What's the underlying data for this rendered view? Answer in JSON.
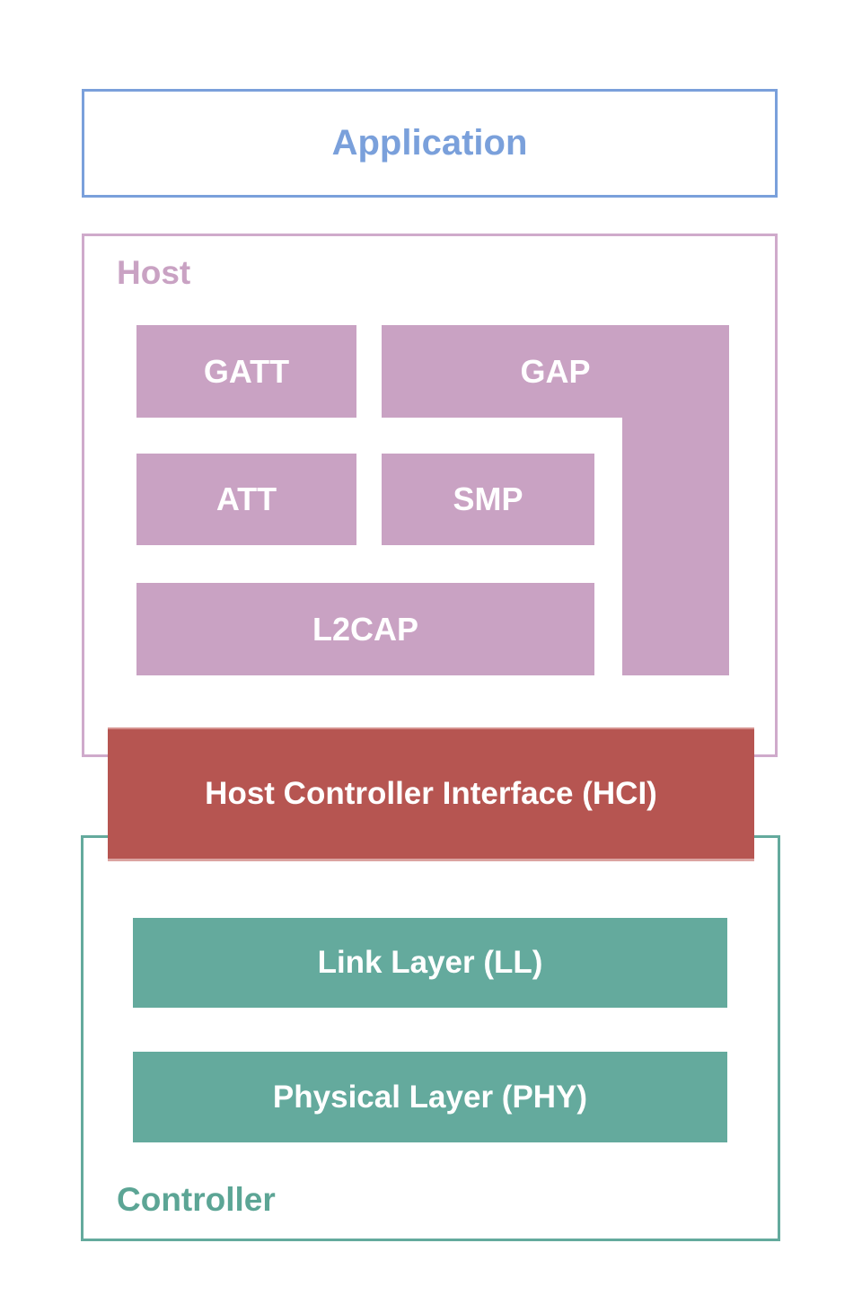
{
  "application": {
    "label": "Application"
  },
  "host": {
    "label": "Host",
    "blocks": {
      "gatt": "GATT",
      "gap": "GAP",
      "att": "ATT",
      "smp": "SMP",
      "l2cap": "L2CAP"
    }
  },
  "hci": {
    "label": "Host Controller Interface (HCI)"
  },
  "controller": {
    "label": "Controller",
    "blocks": {
      "link_layer": "Link Layer (LL)",
      "physical_layer": "Physical Layer (PHY)"
    }
  },
  "colors": {
    "application_blue": "#7aa0db",
    "host_mauve_fill": "#c9a2c3",
    "host_mauve_border": "#cfaacb",
    "hci_red": "#b65551",
    "controller_teal": "#64aa9d",
    "controller_label_teal": "#5ca595",
    "block_text_white": "#ffffff",
    "background": "#ffffff"
  }
}
